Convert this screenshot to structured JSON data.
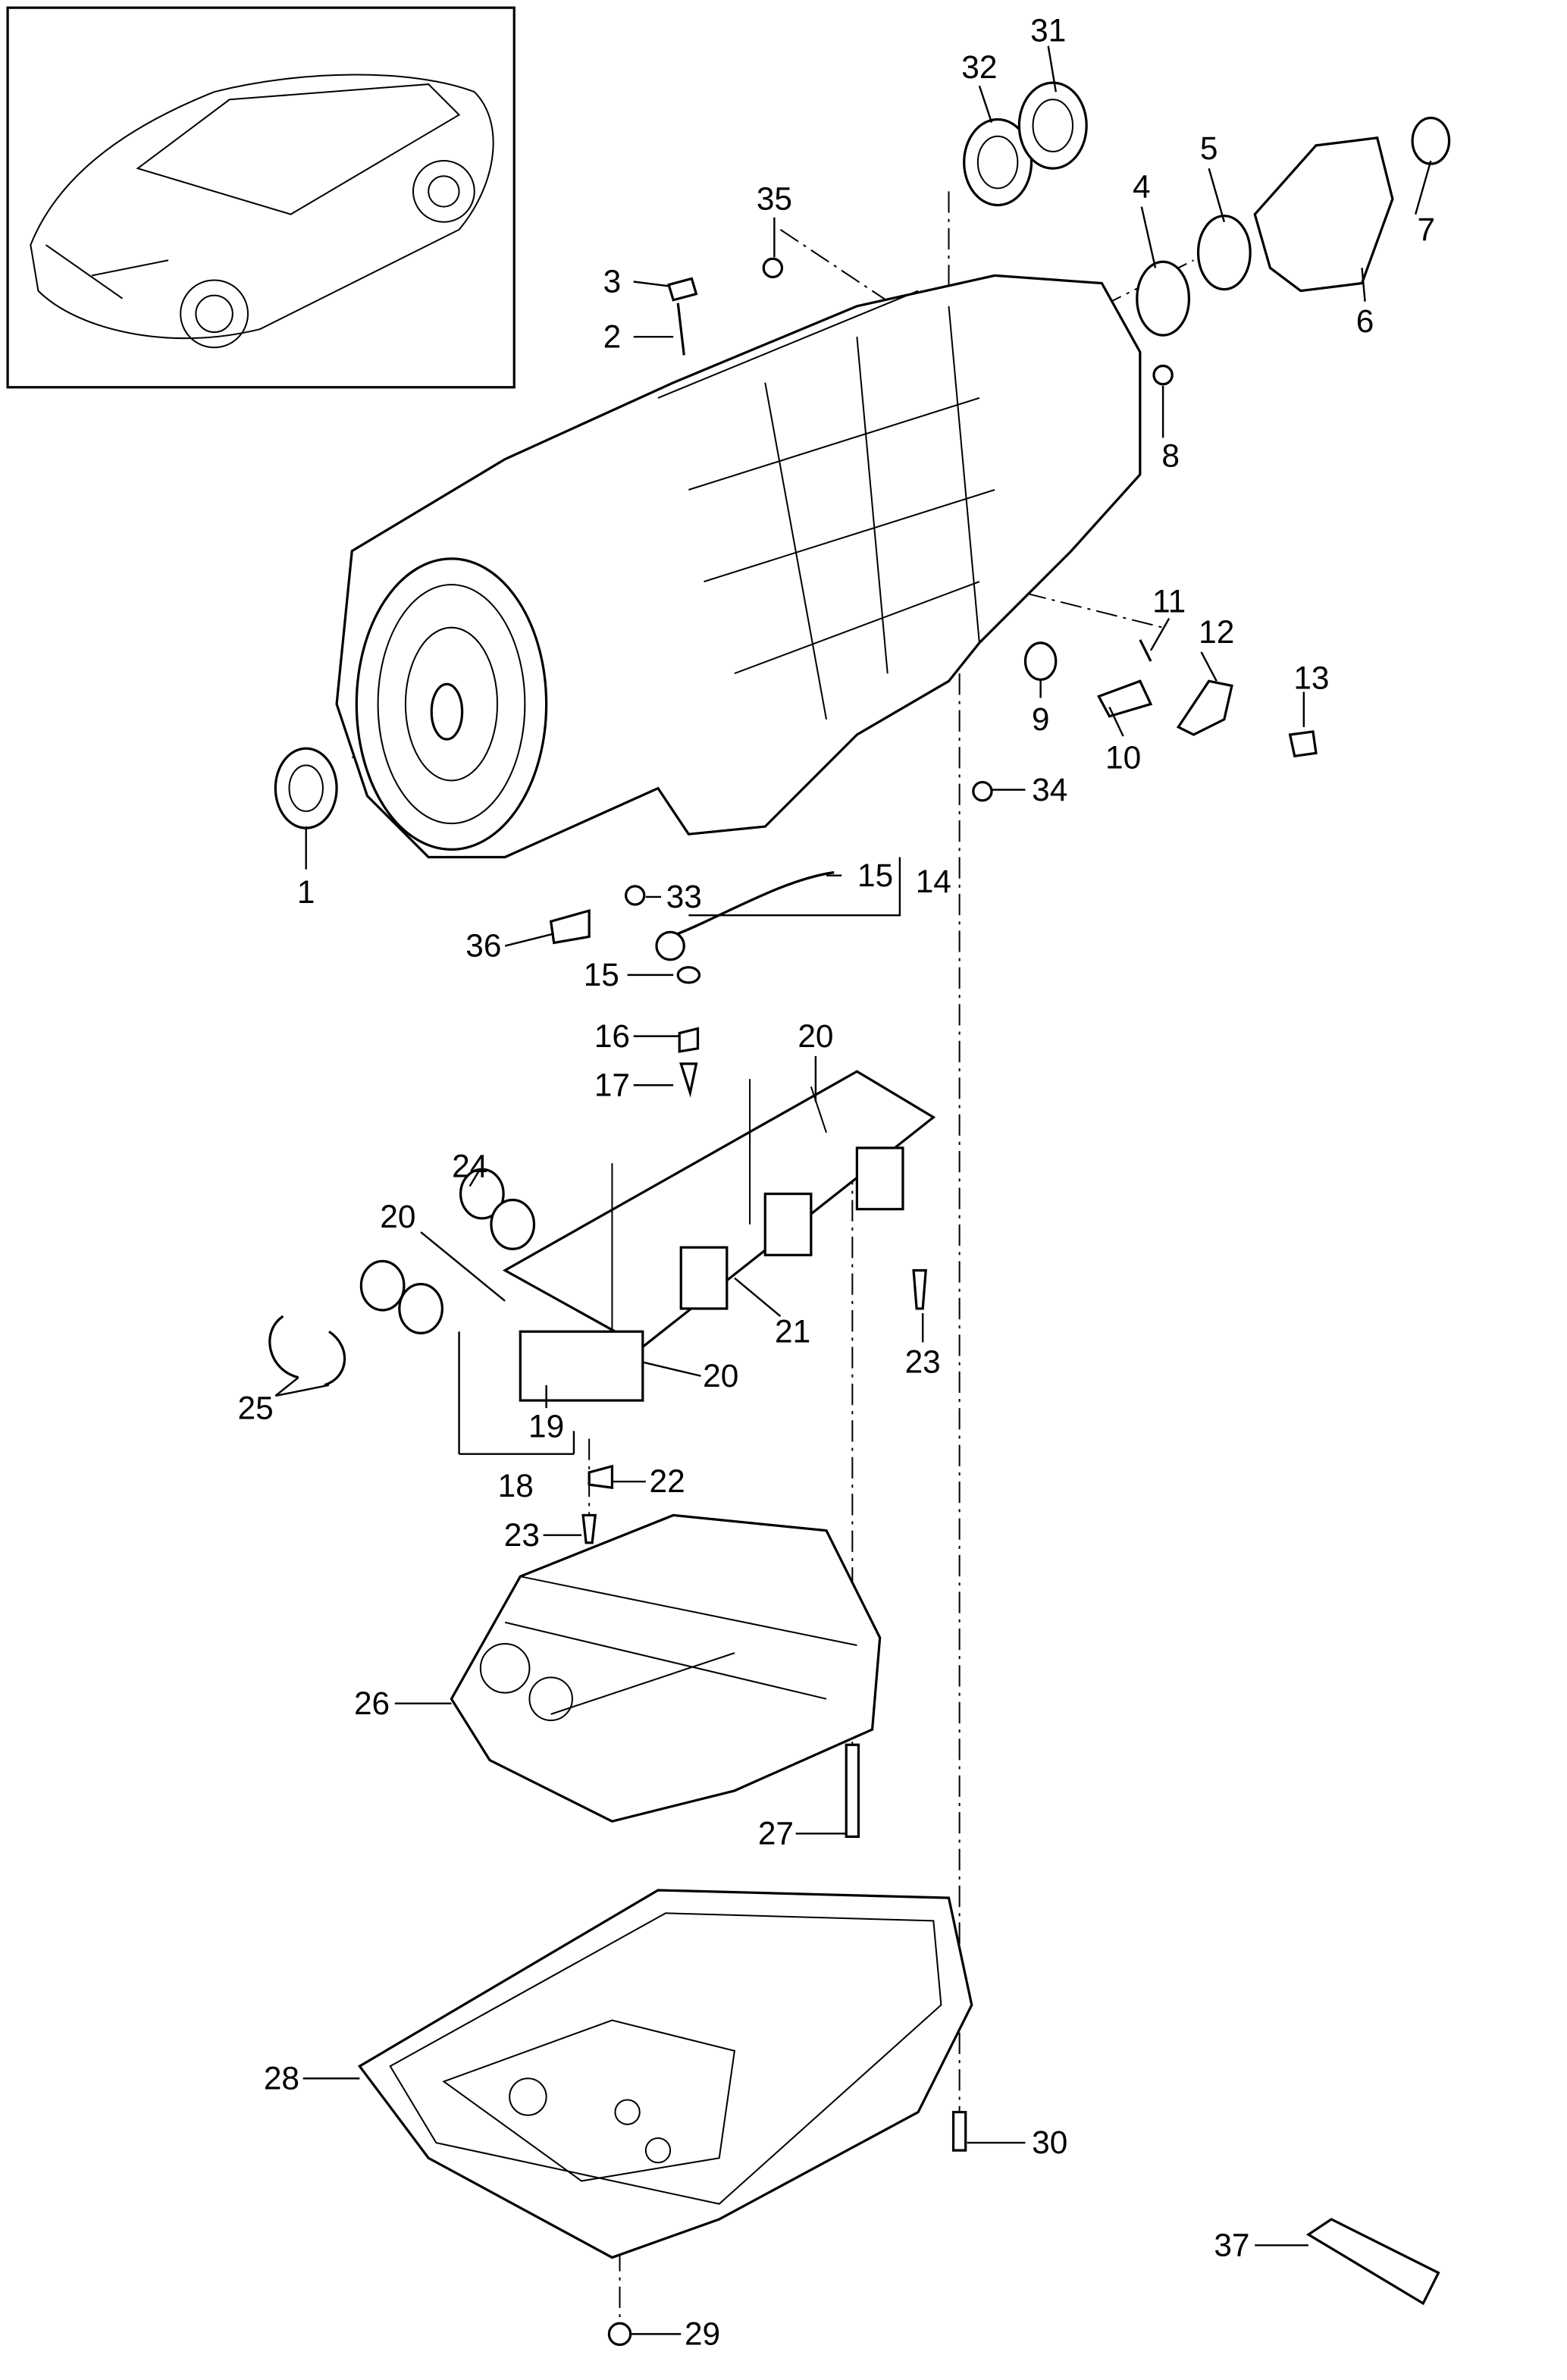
{
  "callouts": [
    "31",
    "32",
    "35",
    "4",
    "5",
    "7",
    "6",
    "3",
    "2",
    "8",
    "11",
    "12",
    "13",
    "9",
    "10",
    "34",
    "1",
    "33",
    "15",
    "14",
    "36",
    "15",
    "16",
    "17",
    "20",
    "24",
    "20",
    "21",
    "20",
    "23",
    "25",
    "19",
    "18",
    "22",
    "23",
    "26",
    "27",
    "28",
    "30",
    "37",
    "29"
  ]
}
